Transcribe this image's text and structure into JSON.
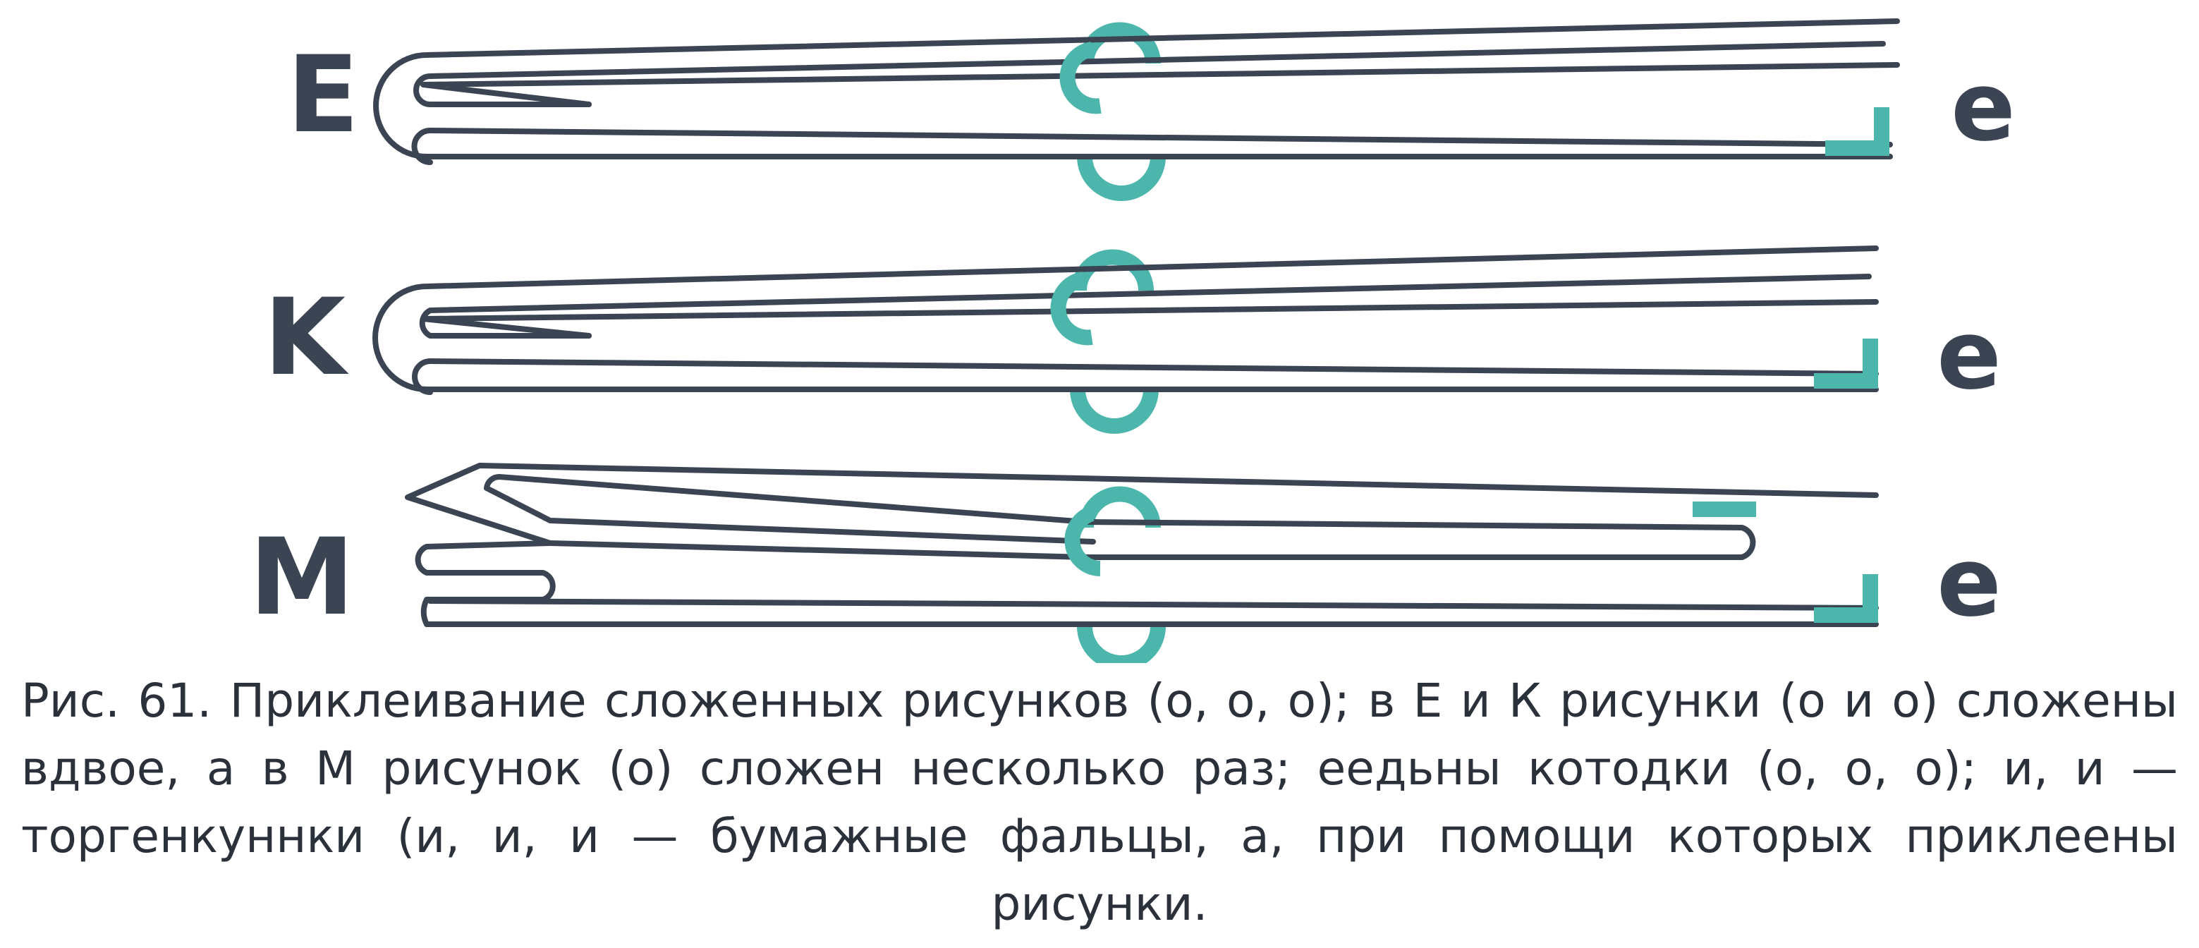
{
  "figure": {
    "rows": [
      {
        "letter": "E",
        "end_label": "e"
      },
      {
        "letter": "K",
        "end_label": "e"
      },
      {
        "letter": "M",
        "end_label": "e"
      }
    ],
    "caption": "Рис. 61. Приклеивание сложенных рисунков (о, о, о); в Е и К рисунки (о и о) сложены вдвое, а в М рисунок (о) сложен несколько раз; еедьны котодки (о, о, о); и, и — торгенкуннки (и, и, и — бумажные фальцы, а, при помощи которых приклеены рисунки."
  },
  "colors": {
    "ink": "#3b4452",
    "teal": "#4db6ac",
    "background": "#ffffff"
  }
}
